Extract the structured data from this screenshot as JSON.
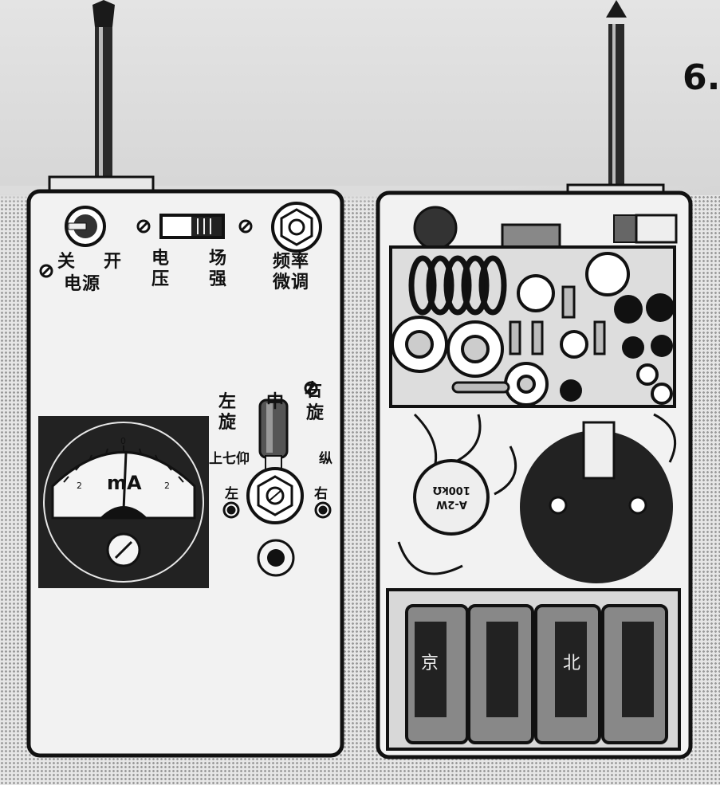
{
  "page": {
    "number": "6."
  },
  "front_panel": {
    "power_off": "关",
    "power_on": "开",
    "power_label": "电源",
    "voltage_label_1": "电",
    "voltage_label_2": "压",
    "field_label_1": "场",
    "field_label_2": "强",
    "fine_tune_label_1": "频率",
    "fine_tune_label_2": "微调",
    "rotate_left_1": "左",
    "rotate_left_2": "旋",
    "rotate_center": "中",
    "rotate_right_1": "右",
    "rotate_right_2": "旋",
    "pitch_label": "上七仰",
    "roll_label": "纵",
    "left_label": "左",
    "right_label": "右",
    "meter": {
      "unit": "mA",
      "left_scale": "2",
      "right_scale": "2",
      "center_scale": "0"
    }
  },
  "internal_view": {
    "resistor_text_1": "100kΩ",
    "resistor_text_2": "A-2W",
    "battery_label_1": "京",
    "battery_label_2": "北"
  },
  "colors": {
    "ink": "#111111",
    "panel": "#f2f2f2",
    "paper": "#dcdcdc"
  }
}
